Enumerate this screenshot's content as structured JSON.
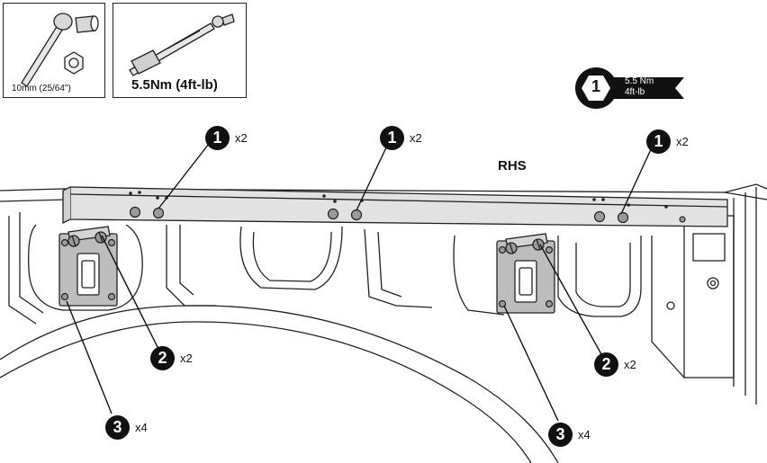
{
  "tools": {
    "socket_label": "10mm (25/64\")",
    "torque_wrench_label": "5.5Nm (4ft-lb)"
  },
  "torque_badge": {
    "number": "1",
    "value_nm": "5.5 Nm",
    "value_ftlb": "4ft-lb"
  },
  "side_label": "RHS",
  "callouts": [
    {
      "number": "1",
      "qty": "x2"
    },
    {
      "number": "1",
      "qty": "x2"
    },
    {
      "number": "1",
      "qty": "x2"
    },
    {
      "number": "2",
      "qty": "x2"
    },
    {
      "number": "2",
      "qty": "x2"
    },
    {
      "number": "3",
      "qty": "x4"
    },
    {
      "number": "3",
      "qty": "x4"
    }
  ],
  "colors": {
    "line": "#111111",
    "panel_fill": "#e2e2e2",
    "plate_fill": "#bdbdbd"
  }
}
